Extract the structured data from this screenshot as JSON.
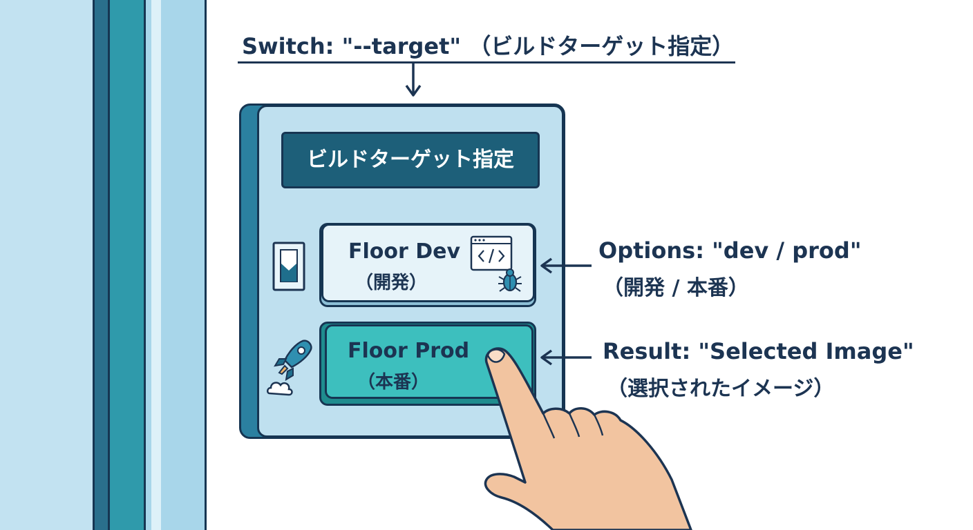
{
  "header": {
    "switch_caption": "Switch: \"--target\" （ビルドターゲット指定）"
  },
  "panel": {
    "title": "ビルドターゲット指定",
    "options": [
      {
        "label": "Floor Dev",
        "sublabel": "（開発）",
        "icon": "code-window-bug-icon",
        "state": "unselected"
      },
      {
        "label": "Floor Prod",
        "sublabel": "（本番）",
        "icon": "rocket-icon",
        "state": "selected"
      }
    ]
  },
  "annotations": {
    "options_label": "Options: \"dev / prod\"",
    "options_sublabel": "（開発 / 本番）",
    "result_label": "Result: \"Selected Image\"",
    "result_sublabel": "（選択されたイメージ）"
  },
  "colors": {
    "outline": "#163552",
    "panel_bg": "#bfe0ef",
    "title_bg": "#1d5f79",
    "dev_button": "#e6f3f9",
    "prod_button": "#3dbfbe",
    "hand": "#f2c4a0"
  }
}
